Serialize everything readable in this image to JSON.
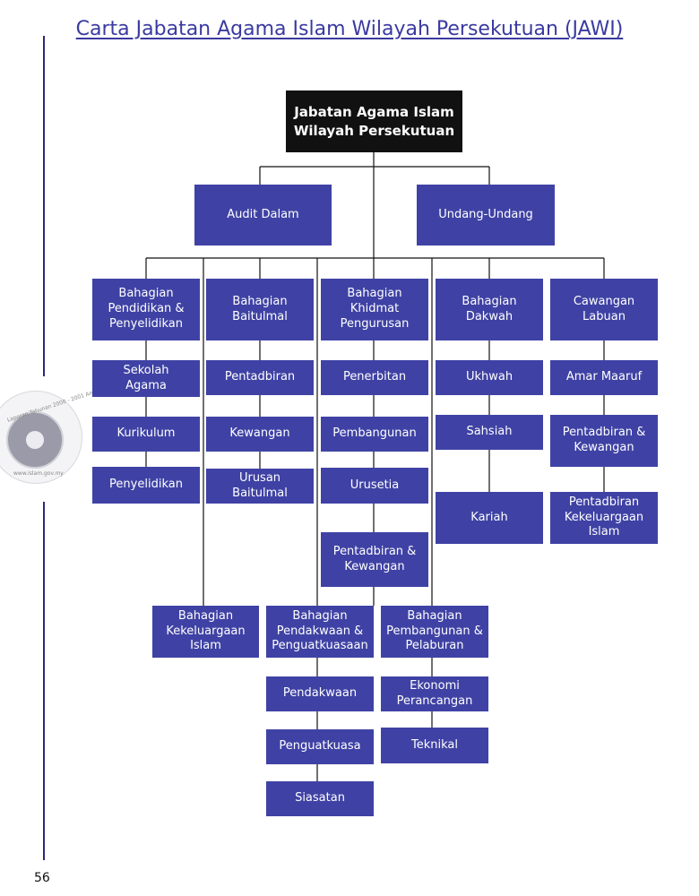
{
  "title": "Carta Jabatan Agama Islam Wilayah Persekutuan (JAWI)",
  "page_number": "56",
  "seal": {
    "arc_text": "Laporan Tahunan 2000 - 2001 Annual Report",
    "url_text": "www.islam.gov.my"
  },
  "nodes": {
    "root": "Jabatan Agama Islam\nWilayah Persekutuan",
    "audit": "Audit Dalam",
    "undang": "Undang-Undang",
    "pendidikan": "Bahagian\nPendidikan &\nPenyelidikan",
    "sekolah": "Sekolah\nAgama",
    "kurikulum": "Kurikulum",
    "penyelidikan": "Penyelidikan",
    "baitulmal": "Bahagian\nBaitulmal",
    "pentadbiran_bm": "Pentadbiran",
    "kewangan_bm": "Kewangan",
    "urusan_bm": "Urusan\nBaitulmal",
    "khidmat": "Bahagian\nKhidmat\nPengurusan",
    "penerbitan": "Penerbitan",
    "pembangunan": "Pembangunan",
    "urusetia": "Urusetia",
    "pentadbiran_kew_kp": "Pentadbiran &\nKewangan",
    "dakwah": "Bahagian\nDakwah",
    "ukhwah": "Ukhwah",
    "sahsiah": "Sahsiah",
    "kariah": "Kariah",
    "labuan": "Cawangan\nLabuan",
    "amar": "Amar Maaruf",
    "pentadbiran_kew_lb": "Pentadbiran &\nKewangan",
    "pkki_lb": "Pentadbiran\nKekeluargaan\nIslam",
    "kekeluargaan": "Bahagian\nKekeluargaan\nIslam",
    "pendakwaan_div": "Bahagian\nPendakwaan &\nPenguatkuasaan",
    "pendakwaan": "Pendakwaan",
    "penguatkuasa": "Penguatkuasa",
    "siasatan": "Siasatan",
    "pembangunan_div": "Bahagian\nPembangunan &\nPelaburan",
    "ekonomi": "Ekonomi\nPerancangan",
    "teknikal": "Teknikal"
  },
  "colors": {
    "box_fill": "#3f42a4",
    "root_fill": "#111111",
    "line": "#111111",
    "title": "#3a3aa0"
  }
}
